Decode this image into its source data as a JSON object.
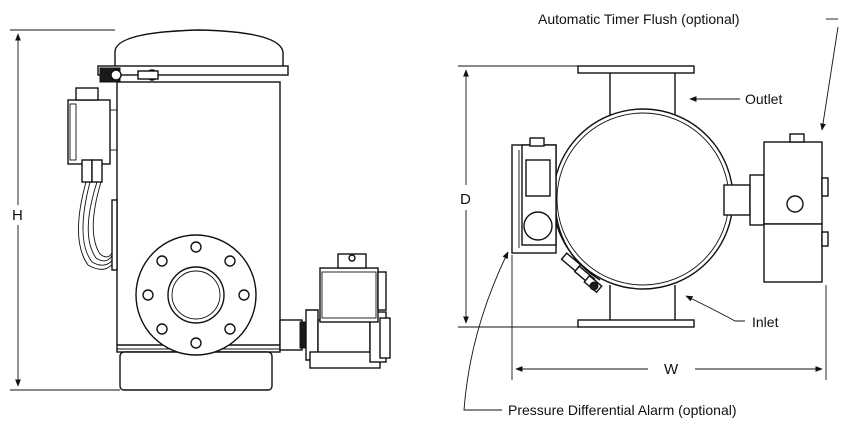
{
  "dimensions": {
    "height": "H",
    "depth": "D",
    "width": "W"
  },
  "callouts": {
    "timer_flush": "Automatic Timer Flush (optional)",
    "outlet": "Outlet",
    "inlet": "Inlet",
    "alarm": "Pressure Differential Alarm (optional)"
  },
  "colors": {
    "line": "#111111",
    "background": "#ffffff"
  }
}
